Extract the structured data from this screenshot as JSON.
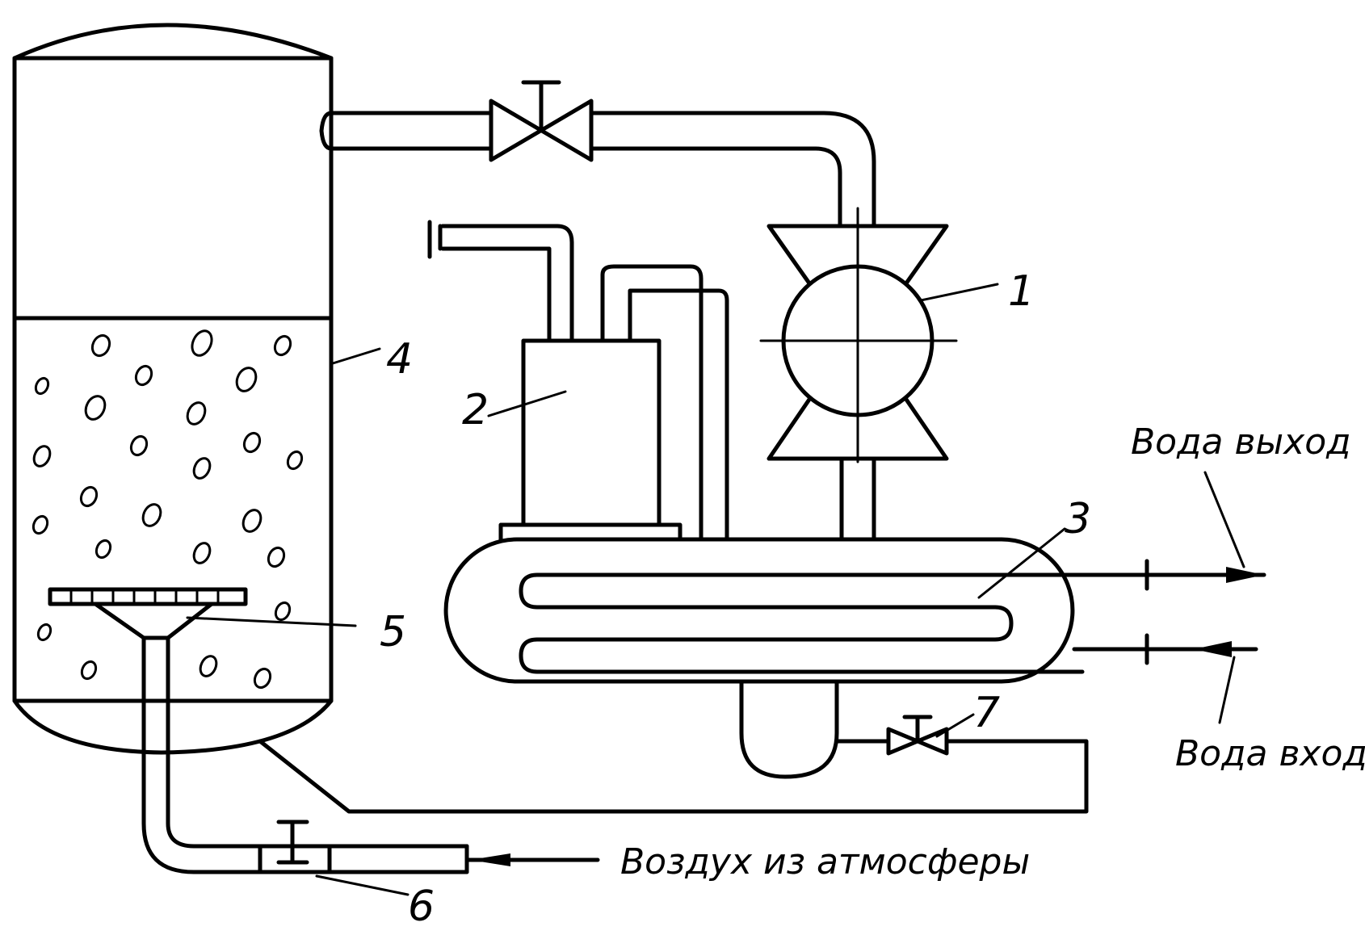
{
  "labels": {
    "n1": "1",
    "n2": "2",
    "n3": "3",
    "n4": "4",
    "n5": "5",
    "n6": "6",
    "n7": "7"
  },
  "captions": {
    "water_out": "Вода выход",
    "water_in": "Вода вход",
    "air": "Воздух из атмосферы"
  }
}
